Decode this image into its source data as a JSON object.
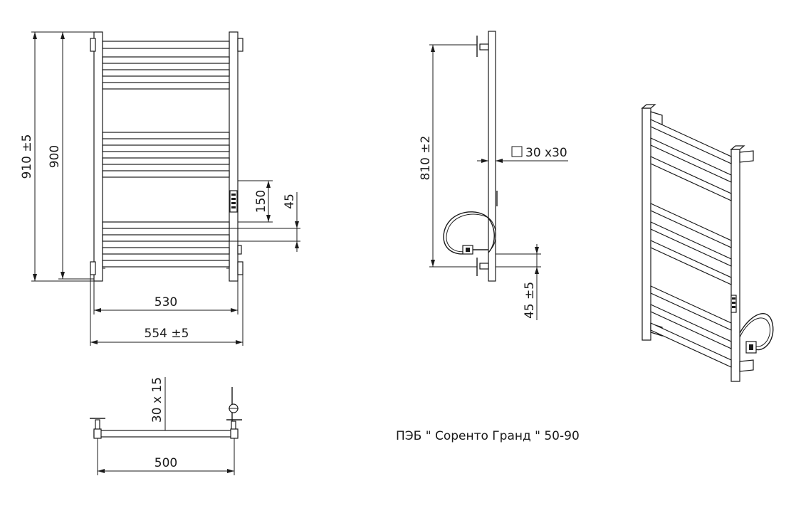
{
  "product_title": "ПЭБ \" Соренто Гранд \" 50-90",
  "front_view": {
    "dim_total_height": "910  ±5",
    "dim_height": "900",
    "dim_150": "150",
    "dim_45": "45",
    "dim_530": "530",
    "dim_554": "554  ±5"
  },
  "side_view": {
    "dim_810": "810  ±2",
    "dim_profile": "30 x30",
    "dim_45": "45  ±5"
  },
  "top_view": {
    "dim_30x15": "30 x 15",
    "dim_500": "500"
  }
}
